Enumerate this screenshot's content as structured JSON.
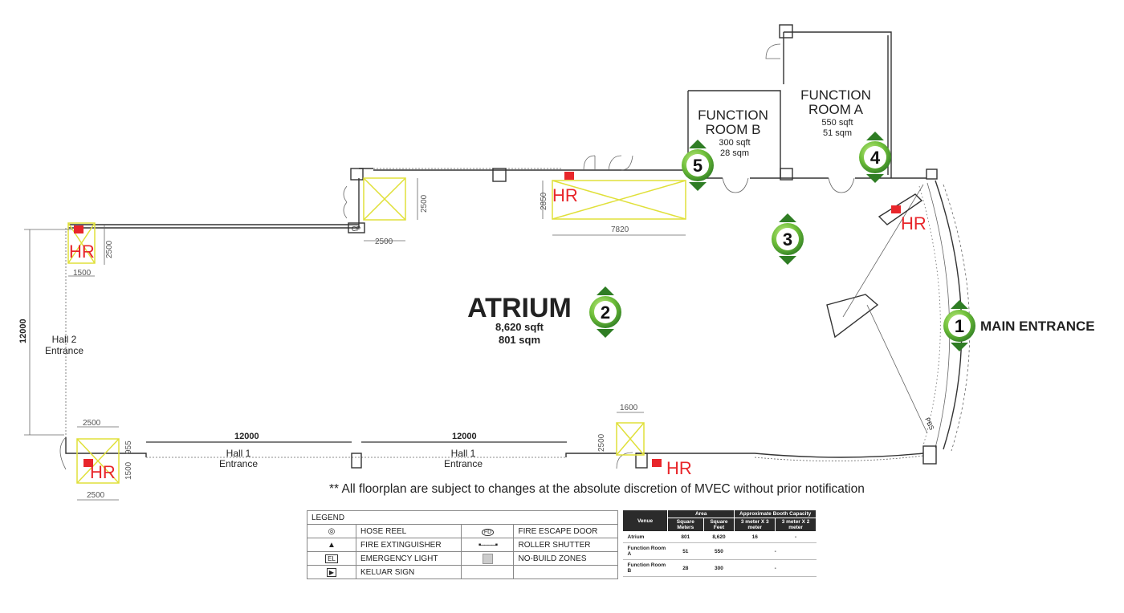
{
  "areas": {
    "atrium": {
      "name": "ATRIUM",
      "sqft": "8,620 sqft",
      "sqm": "801 sqm"
    },
    "function_room_a": {
      "name_line1": "FUNCTION",
      "name_line2": "ROOM A",
      "sqft": "550 sqft",
      "sqm": "51 sqm"
    },
    "function_room_b": {
      "name_line1": "FUNCTION",
      "name_line2": "ROOM B",
      "sqft": "300 sqft",
      "sqm": "28 sqm"
    },
    "main_entrance": "MAIN ENTRANCE",
    "hall2_entrance": {
      "line1": "Hall 2",
      "line2": "Entrance"
    },
    "hall1_entrance": {
      "line1": "Hall 1",
      "line2": "Entrance"
    }
  },
  "markers": [
    "1",
    "2",
    "3",
    "4",
    "5"
  ],
  "hose_reel_label": "HR",
  "small_labels": {
    "cp": "CP",
    "pbs": "PBS"
  },
  "dimensions": {
    "d12000": "12000",
    "d2500": "2500",
    "d1500": "1500",
    "d2850": "2850",
    "d7820": "7820",
    "d1600": "1600",
    "d955": "955"
  },
  "notice": "** All floorplan are subject to changes at the absolute discretion of MVEC without prior notification",
  "legend": {
    "title": "LEGEND",
    "items": [
      {
        "left_icon": "hose-reel-icon",
        "left_label": "HOSE REEL",
        "right_icon": "fire-escape-door-icon",
        "right_icon_text": "FD",
        "right_label": "FIRE ESCAPE DOOR"
      },
      {
        "left_icon": "fire-extinguisher-icon",
        "left_label": "FIRE EXTINGUISHER",
        "right_icon": "roller-shutter-icon",
        "right_label": "ROLLER SHUTTER"
      },
      {
        "left_icon": "emergency-light-icon",
        "left_icon_text": "EL",
        "left_label": "EMERGENCY LIGHT",
        "right_icon": "no-build-zone-icon",
        "right_label": "NO-BUILD ZONES"
      },
      {
        "left_icon": "keluar-sign-icon",
        "left_label": "KELUAR SIGN",
        "right_icon": "",
        "right_label": ""
      }
    ]
  },
  "venue_table": {
    "headers": {
      "venue": "Venue",
      "area": "Area",
      "capacity": "Approximate Booth Capacity",
      "sqm": "Square Meters",
      "sqft": "Square Feet",
      "cap3x3": "3 meter X 3 meter",
      "cap3x2": "3 meter X 2 meter"
    },
    "rows": [
      {
        "venue": "Atrium",
        "sqm": "801",
        "sqft": "8,620",
        "cap3x3": "16",
        "cap3x2": "-"
      },
      {
        "venue": "Function Room A",
        "sqm": "51",
        "sqft": "550",
        "cap": "-"
      },
      {
        "venue": "Function Room B",
        "sqm": "28",
        "sqft": "300",
        "cap": "-"
      }
    ]
  },
  "colors": {
    "marker_green": "#3c8f2e",
    "marker_light": "#8cd04a",
    "hose_reel_red": "#e8262b",
    "no_build_yellow": "#e0e03a",
    "table_header": "#2b2b2b"
  }
}
